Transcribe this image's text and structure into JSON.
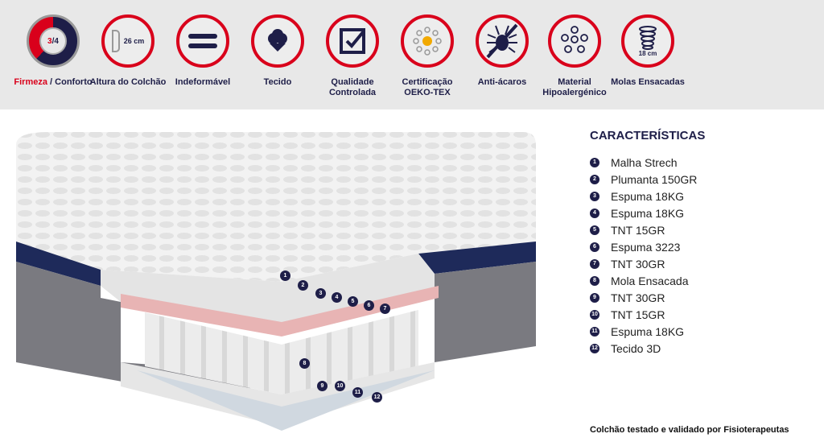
{
  "features": [
    {
      "label_red": "Firmeza",
      "label": " / Conforto",
      "value_a": "3",
      "value_b": "4",
      "icon": "firmness-gauge-icon"
    },
    {
      "label": "Altura do Colchão",
      "value": "26 cm",
      "icon": "mattress-height-icon"
    },
    {
      "label": "Indeformável",
      "icon": "equals-icon"
    },
    {
      "label": "Tecido",
      "icon": "cotton-flower-icon"
    },
    {
      "label": "Qualidade Controlada",
      "icon": "checkbox-icon"
    },
    {
      "label": "Certificação OEKO-TEX",
      "icon": "oeko-tex-icon"
    },
    {
      "label": "Anti-ácaros",
      "icon": "no-mites-icon"
    },
    {
      "label": "Material Hipoalergénico",
      "icon": "hypoallergenic-icon"
    },
    {
      "label": "Molas Ensacadas",
      "value": "18 cm",
      "icon": "spring-icon"
    }
  ],
  "colors": {
    "red": "#d9001b",
    "navy": "#1e1e48",
    "band": "#e8e8e8"
  },
  "specs": {
    "title": "CARACTERÍSTICAS",
    "items": [
      {
        "n": "1",
        "t": "Malha Strech"
      },
      {
        "n": "2",
        "t": "Plumanta 150GR"
      },
      {
        "n": "3",
        "t": "Espuma 18KG"
      },
      {
        "n": "4",
        "t": "Espuma 18KG"
      },
      {
        "n": "5",
        "t": "TNT 15GR"
      },
      {
        "n": "6",
        "t": "Espuma 3223"
      },
      {
        "n": "7",
        "t": "TNT 30GR"
      },
      {
        "n": "8",
        "t": "Mola Ensacada"
      },
      {
        "n": "9",
        "t": "TNT 30GR"
      },
      {
        "n": "10",
        "t": "TNT 15GR"
      },
      {
        "n": "11",
        "t": "Espuma 18KG"
      },
      {
        "n": "12",
        "t": "Tecido 3D"
      }
    ]
  },
  "footer": "Colchão testado e validado por Fisioterapeutas"
}
